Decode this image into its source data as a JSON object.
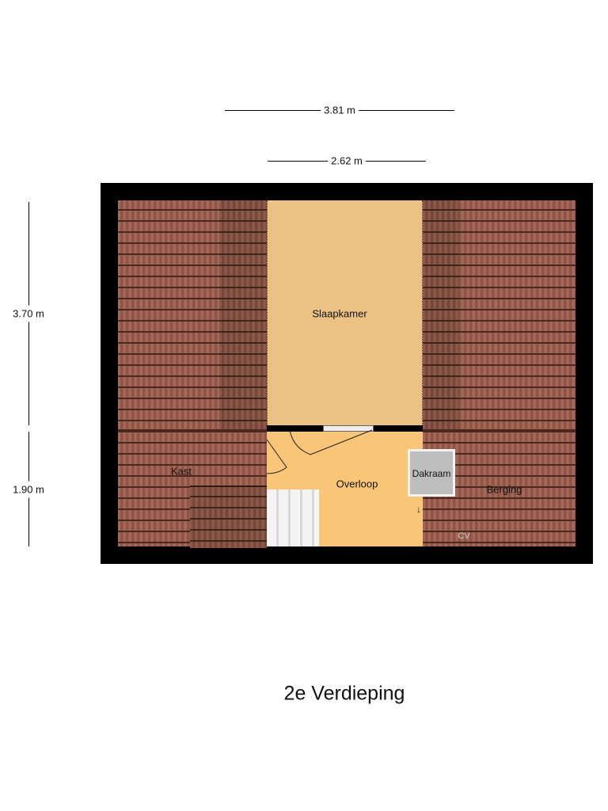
{
  "title": "2e Verdieping",
  "dimensions": {
    "total_width": "3.81 m",
    "inner_width": "2.62 m",
    "upper_depth": "3.70 m",
    "lower_depth": "1.90 m"
  },
  "rooms": {
    "slaapkamer": "Slaapkamer",
    "overloop": "Overloop",
    "kast": "Kast",
    "berging": "Berging",
    "dakraam": "Dakraam",
    "cv": "CV"
  },
  "colors": {
    "wall": "#000000",
    "slaapkamer": "#ebc283",
    "overloop": "#f9c577",
    "roof_tile": "#9a5e4e"
  }
}
